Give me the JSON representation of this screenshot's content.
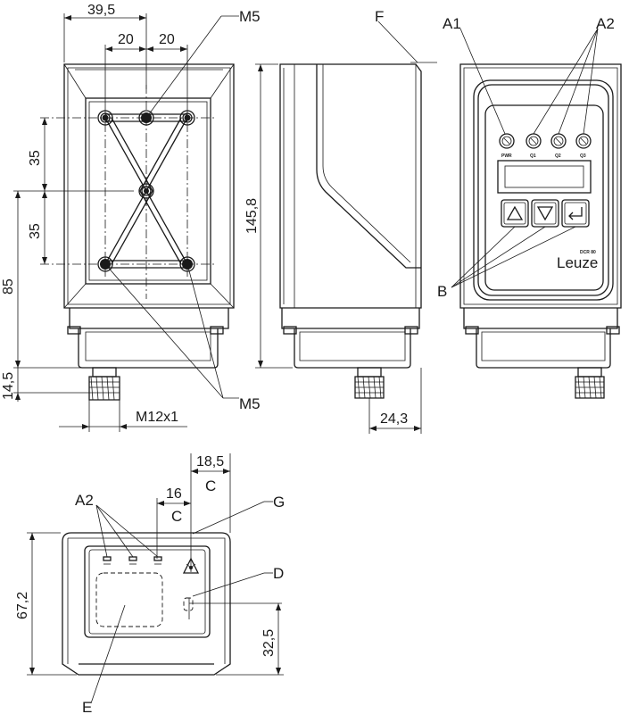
{
  "dimensions": {
    "d39_5": "39,5",
    "d20_a": "20",
    "d20_b": "20",
    "d35_a": "35",
    "d35_b": "35",
    "d85": "85",
    "d14_5": "14,5",
    "d145_8": "145,8",
    "d24_3": "24,3",
    "m12": "M12x1",
    "d18_5": "18,5",
    "d16": "16",
    "d67_2": "67,2",
    "d32_5": "32,5"
  },
  "labels": {
    "m5_top": "M5",
    "m5_bottom": "M5",
    "f": "F",
    "a1": "A1",
    "a2_top": "A2",
    "a2_bottom": "A2",
    "b": "B",
    "c_upper": "C",
    "c_lower": "C",
    "g": "G",
    "d": "D",
    "e": "E"
  },
  "panel": {
    "led_labels": [
      "PWR",
      "Q1",
      "Q2",
      "Q3"
    ],
    "brand": "Leuze",
    "brand_small": "DCR 80"
  },
  "icons": [
    "up-arrow-key-icon",
    "down-arrow-key-icon",
    "enter-key-icon",
    "laser-warning-icon"
  ]
}
